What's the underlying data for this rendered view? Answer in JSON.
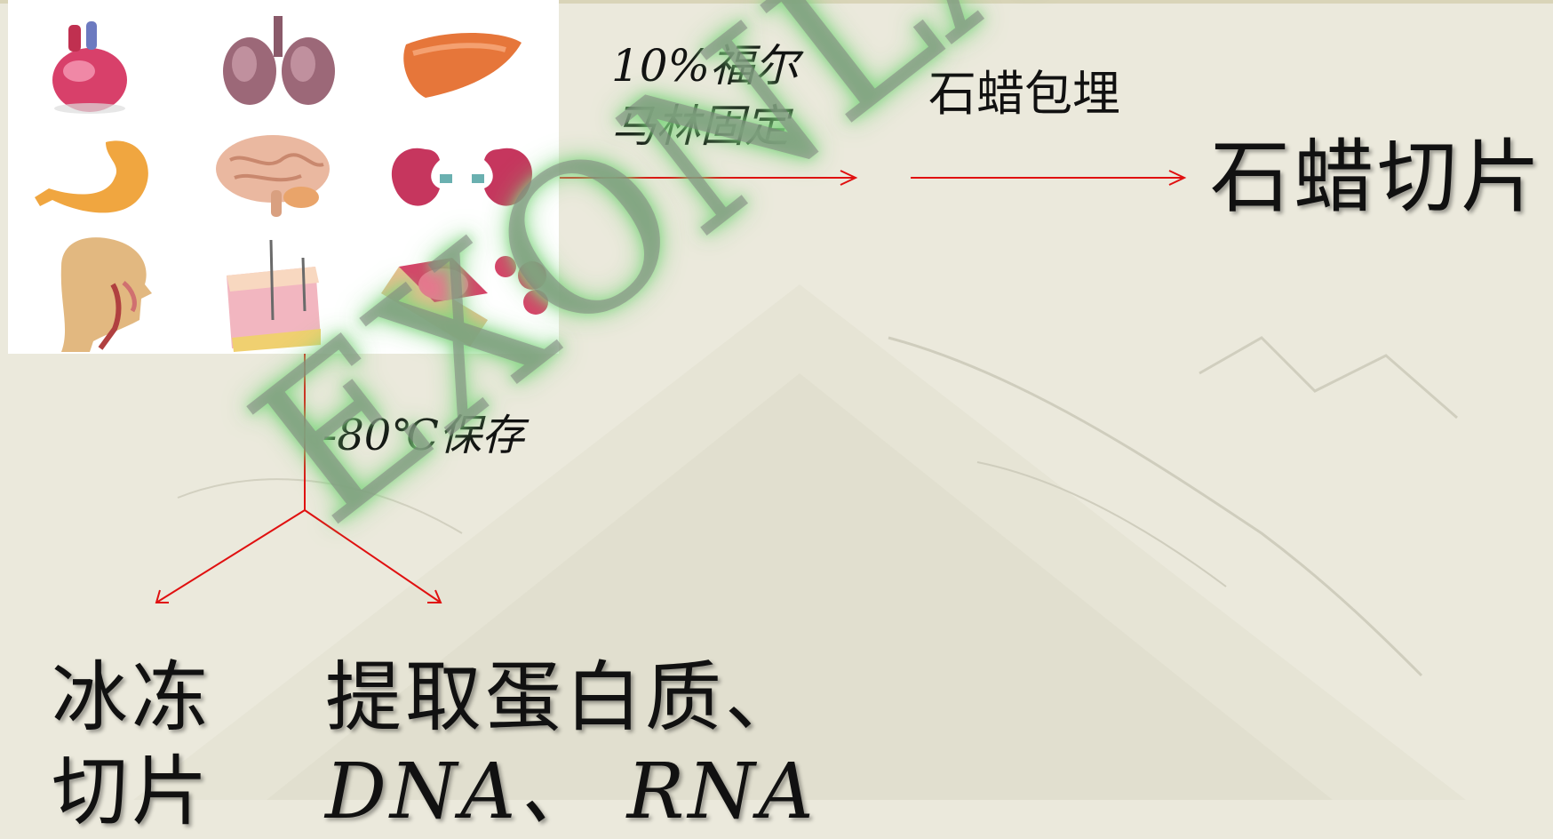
{
  "watermark": "EXONLAB",
  "colors": {
    "arrow": "#e01010",
    "background": "#ebe9dc",
    "text": "#111111"
  },
  "organ_icons": [
    "heart-icon",
    "lungs-icon",
    "liver-icon",
    "stomach-icon",
    "brain-icon",
    "kidneys-icon",
    "head-cross-section-icon",
    "skin-section-icon",
    "blood-vessel-icon"
  ],
  "flow": {
    "fixation_line1": "10%福尔",
    "fixation_line2": "马林固定",
    "embedding": "石蜡包埋",
    "paraffin_section": "石蜡切片",
    "storage": "-80℃保存",
    "frozen_line1": "冰冻",
    "frozen_line2": "切片",
    "extract_line1": "提取蛋白质、",
    "extract_line2": "DNA、 RNA"
  }
}
